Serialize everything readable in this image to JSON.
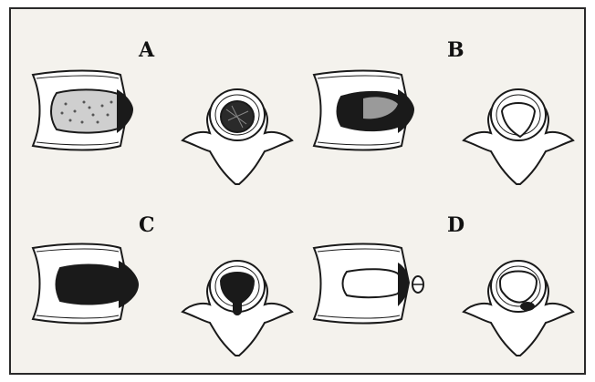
{
  "panels": [
    {
      "label": "A",
      "variant": "bulge"
    },
    {
      "label": "B",
      "variant": "protrusion"
    },
    {
      "label": "C",
      "variant": "extrusion"
    },
    {
      "label": "D",
      "variant": "sequestration"
    }
  ],
  "colors": {
    "background": "#f4f2ed",
    "ink": "#1a1a1a",
    "frame": "#2a2a2a"
  }
}
